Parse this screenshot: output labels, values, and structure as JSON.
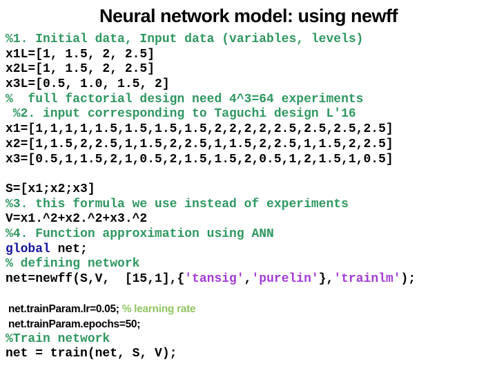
{
  "title": "Neural network model: using newff",
  "colors": {
    "plain": "#000000",
    "comment": "#2e9760",
    "keyword": "#14149e",
    "string": "#a23bd6",
    "lightComment": "#93c763"
  },
  "code": {
    "lines": [
      {
        "font": "mono",
        "segments": [
          {
            "style": "comment",
            "text": "%1. Initial data, Input data (variables, levels)"
          }
        ]
      },
      {
        "font": "mono",
        "segments": [
          {
            "style": "plain",
            "text": "x1L=[1, 1.5, 2, 2.5]"
          }
        ]
      },
      {
        "font": "mono",
        "segments": [
          {
            "style": "plain",
            "text": "x2L=[1, 1.5, 2, 2.5]"
          }
        ]
      },
      {
        "font": "mono",
        "segments": [
          {
            "style": "plain",
            "text": "x3L=[0.5, 1.0, 1.5, 2]"
          }
        ]
      },
      {
        "font": "mono",
        "segments": [
          {
            "style": "comment",
            "text": "%  full factorial design need 4^3=64 experiments"
          }
        ]
      },
      {
        "font": "mono",
        "segments": [
          {
            "style": "comment",
            "text": " %2. input corresponding to Taguchi design L'16"
          }
        ]
      },
      {
        "font": "mono",
        "segments": [
          {
            "style": "plain",
            "text": "x1=[1,1,1,1,1.5,1.5,1.5,1.5,2,2,2,2,2.5,2.5,2.5,2.5]"
          }
        ]
      },
      {
        "font": "mono",
        "segments": [
          {
            "style": "plain",
            "text": "x2=[1,1.5,2,2.5,1,1.5,2,2.5,1,1.5,2,2.5,1,1.5,2,2.5]"
          }
        ]
      },
      {
        "font": "mono",
        "segments": [
          {
            "style": "plain",
            "text": "x3=[0.5,1,1.5,2,1,0.5,2,1.5,1.5,2,0.5,1,2,1.5,1,0.5]"
          }
        ]
      },
      {
        "font": "mono",
        "segments": []
      },
      {
        "font": "mono",
        "segments": [
          {
            "style": "plain",
            "text": "S=[x1;x2;x3]"
          }
        ]
      },
      {
        "font": "mono",
        "segments": [
          {
            "style": "comment",
            "text": "%3. this formula we use instead of experiments"
          }
        ]
      },
      {
        "font": "mono",
        "segments": [
          {
            "style": "plain",
            "text": "V=x1.^2+x2.^2+x3.^2"
          }
        ]
      },
      {
        "font": "mono",
        "segments": [
          {
            "style": "comment",
            "text": "%4. Function approximation using ANN"
          }
        ]
      },
      {
        "font": "mono",
        "segments": [
          {
            "style": "keyword",
            "text": "global"
          },
          {
            "style": "plain",
            "text": " net;"
          }
        ]
      },
      {
        "font": "mono",
        "segments": [
          {
            "style": "comment",
            "text": "% defining network"
          }
        ]
      },
      {
        "font": "mono",
        "segments": [
          {
            "style": "plain",
            "text": "net=newff(S,V,  [15,1],{"
          },
          {
            "style": "string",
            "text": "'tansig'"
          },
          {
            "style": "plain",
            "text": ","
          },
          {
            "style": "string",
            "text": "'purelin'"
          },
          {
            "style": "plain",
            "text": "},"
          },
          {
            "style": "string",
            "text": "'trainlm'"
          },
          {
            "style": "plain",
            "text": ");"
          }
        ]
      },
      {
        "font": "mono",
        "segments": []
      },
      {
        "font": "sans",
        "segments": [
          {
            "style": "plain",
            "text": " net.trainParam.lr=0.05; "
          },
          {
            "style": "lightComment",
            "text": "% learning rate"
          }
        ]
      },
      {
        "font": "sans",
        "segments": [
          {
            "style": "plain",
            "text": " net.trainParam.epochs=50;"
          }
        ]
      },
      {
        "font": "mono",
        "segments": [
          {
            "style": "comment",
            "text": "%Train network"
          }
        ]
      },
      {
        "font": "mono",
        "segments": [
          {
            "style": "plain",
            "text": "net = train(net, S, V);"
          }
        ]
      }
    ]
  }
}
